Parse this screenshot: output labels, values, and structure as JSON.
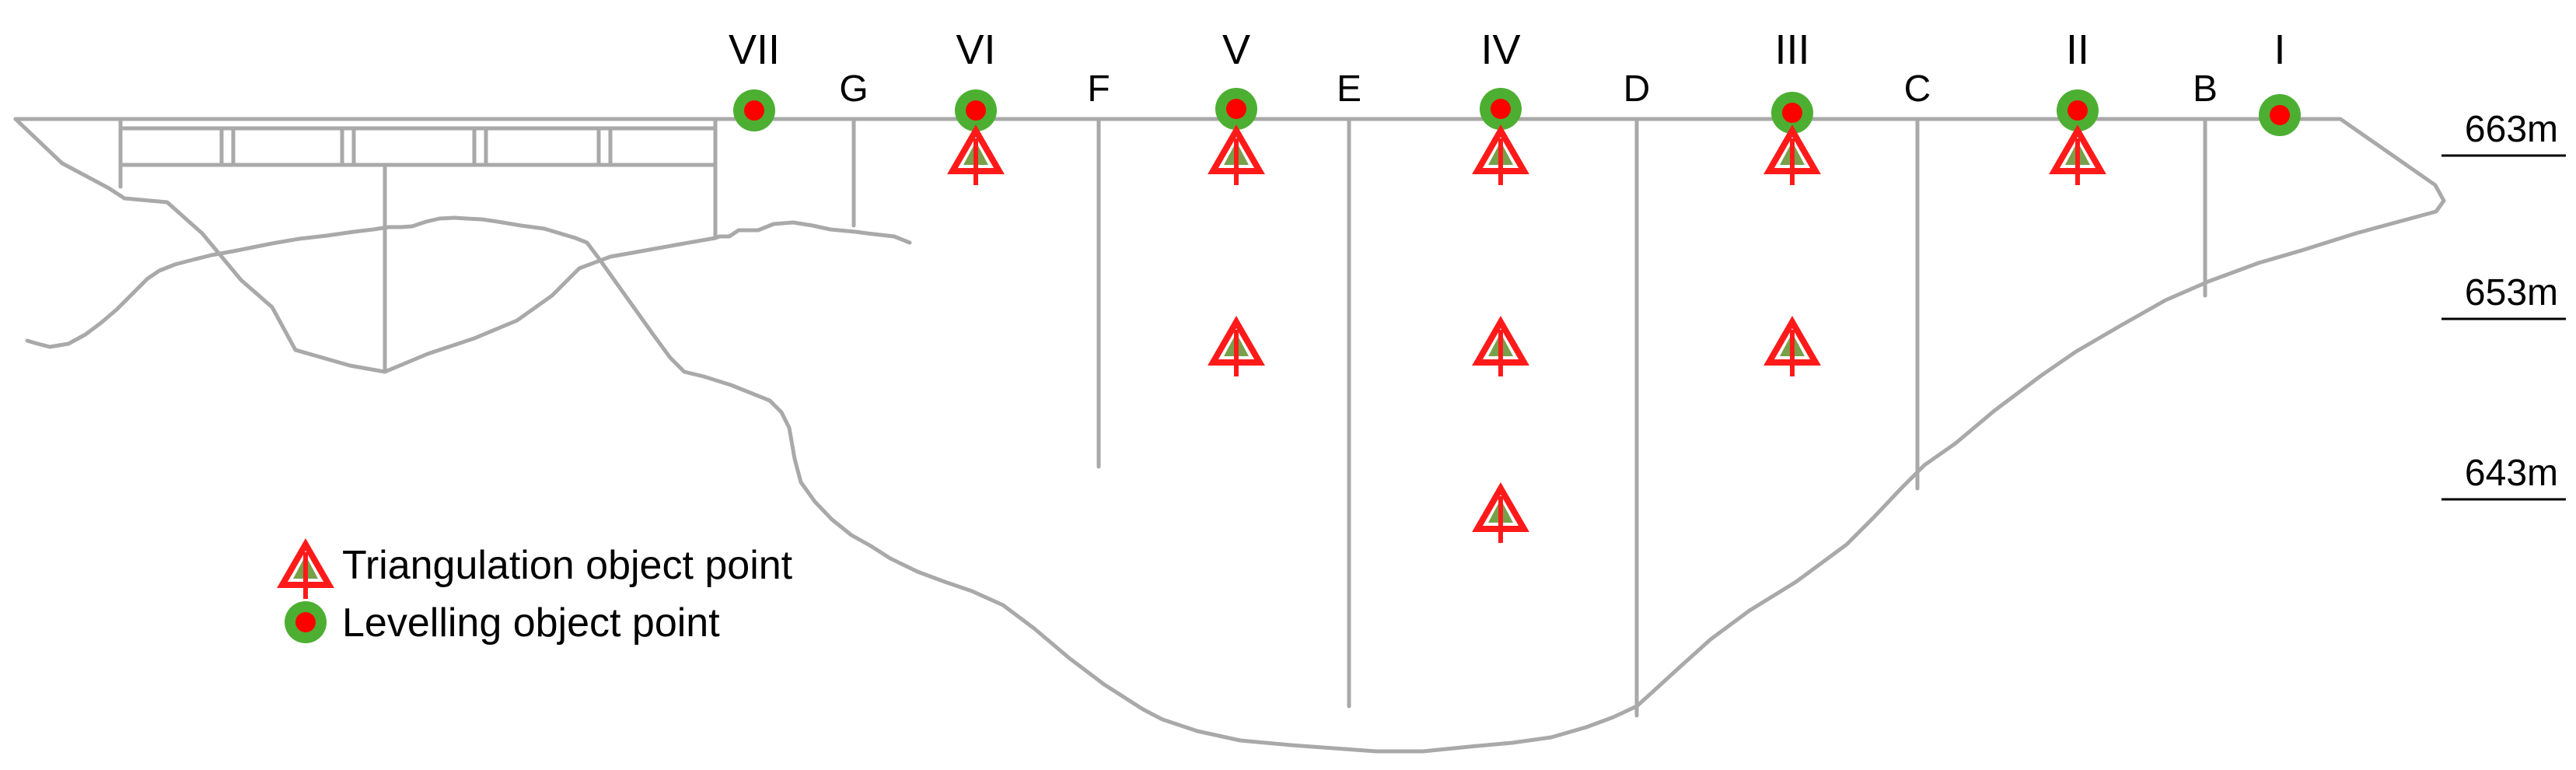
{
  "sections": [
    "VII",
    "VI",
    "V",
    "IV",
    "III",
    "II",
    "I"
  ],
  "joints": [
    "G",
    "F",
    "E",
    "D",
    "C",
    "B"
  ],
  "elevations": [
    "663m",
    "653m",
    "643m"
  ],
  "legend": {
    "triangulation": "Triangulation object point",
    "levelling": "Levelling object point"
  },
  "colors": {
    "structure": "#a9a9a9",
    "triangle": "#ff1a1a",
    "triangle_stem": "#5f8f2a",
    "levelling_outer": "#4caf32",
    "levelling_inner": "#ff0000"
  }
}
